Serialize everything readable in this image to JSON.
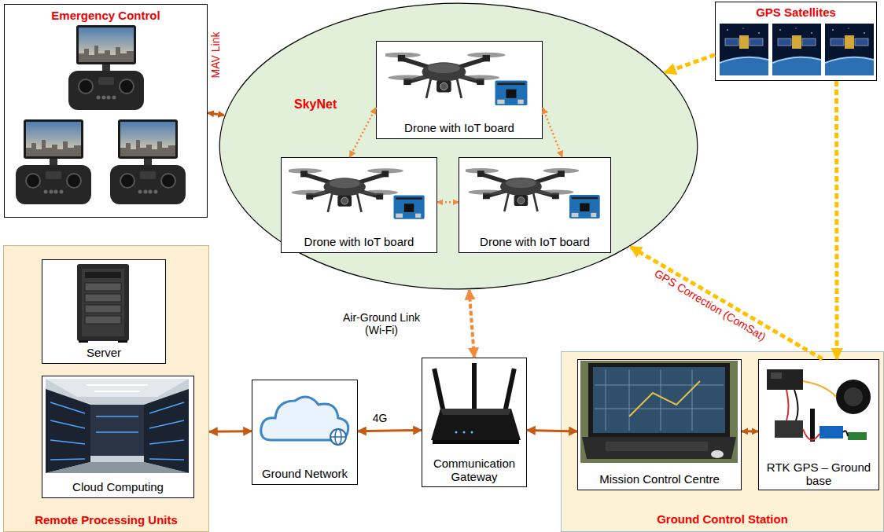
{
  "diagram": {
    "nodes": [
      {
        "text": [
          "Emergency Control"
        ]
      },
      {
        "text": [
          "SkyNet"
        ]
      },
      {
        "text": [
          "Drone with IoT board"
        ],
        "in": 1
      },
      {
        "text": [
          "Drone with IoT board"
        ],
        "in": 1
      },
      {
        "text": [
          "Drone with IoT board"
        ],
        "in": 1
      },
      {
        "text": [
          "GPS Satellites"
        ]
      },
      {
        "text": [
          "Remote Processing Units"
        ]
      },
      {
        "text": [
          "Server"
        ],
        "in": 6
      },
      {
        "text": [
          "Cloud Computing"
        ],
        "in": 6
      },
      {
        "text": [
          "Ground Network"
        ]
      },
      {
        "text": [
          "Communication Gateway"
        ]
      },
      {
        "text": [
          "Ground Control Station"
        ]
      },
      {
        "text": [
          "Mission Control Centre"
        ],
        "in": 11
      },
      {
        "text": [
          "RTK GPS – Ground base"
        ],
        "in": 11
      }
    ],
    "edges": [
      {
        "from": 0,
        "to": 1,
        "label": "MAV Link",
        "arrow": "both"
      },
      {
        "from": 2,
        "to": 3,
        "arrow": "both"
      },
      {
        "from": 2,
        "to": 4,
        "arrow": "both"
      },
      {
        "from": 3,
        "to": 4,
        "arrow": "both"
      },
      {
        "from": 5,
        "to": 1,
        "arrow": "to"
      },
      {
        "from": 5,
        "to": 13,
        "arrow": "to"
      },
      {
        "from": 13,
        "to": 1,
        "label": "GPS Correction (ComSat)",
        "arrow": "to"
      },
      {
        "from": 1,
        "to": 10,
        "label": "Air-Ground Link (Wi-Fi)",
        "arrow": "both"
      },
      {
        "from": 6,
        "to": 9,
        "arrow": "both"
      },
      {
        "from": 9,
        "to": 10,
        "label": "4G",
        "arrow": "both"
      },
      {
        "from": 10,
        "to": 12,
        "arrow": "both"
      },
      {
        "from": 12,
        "to": 13,
        "arrow": "both"
      }
    ]
  }
}
